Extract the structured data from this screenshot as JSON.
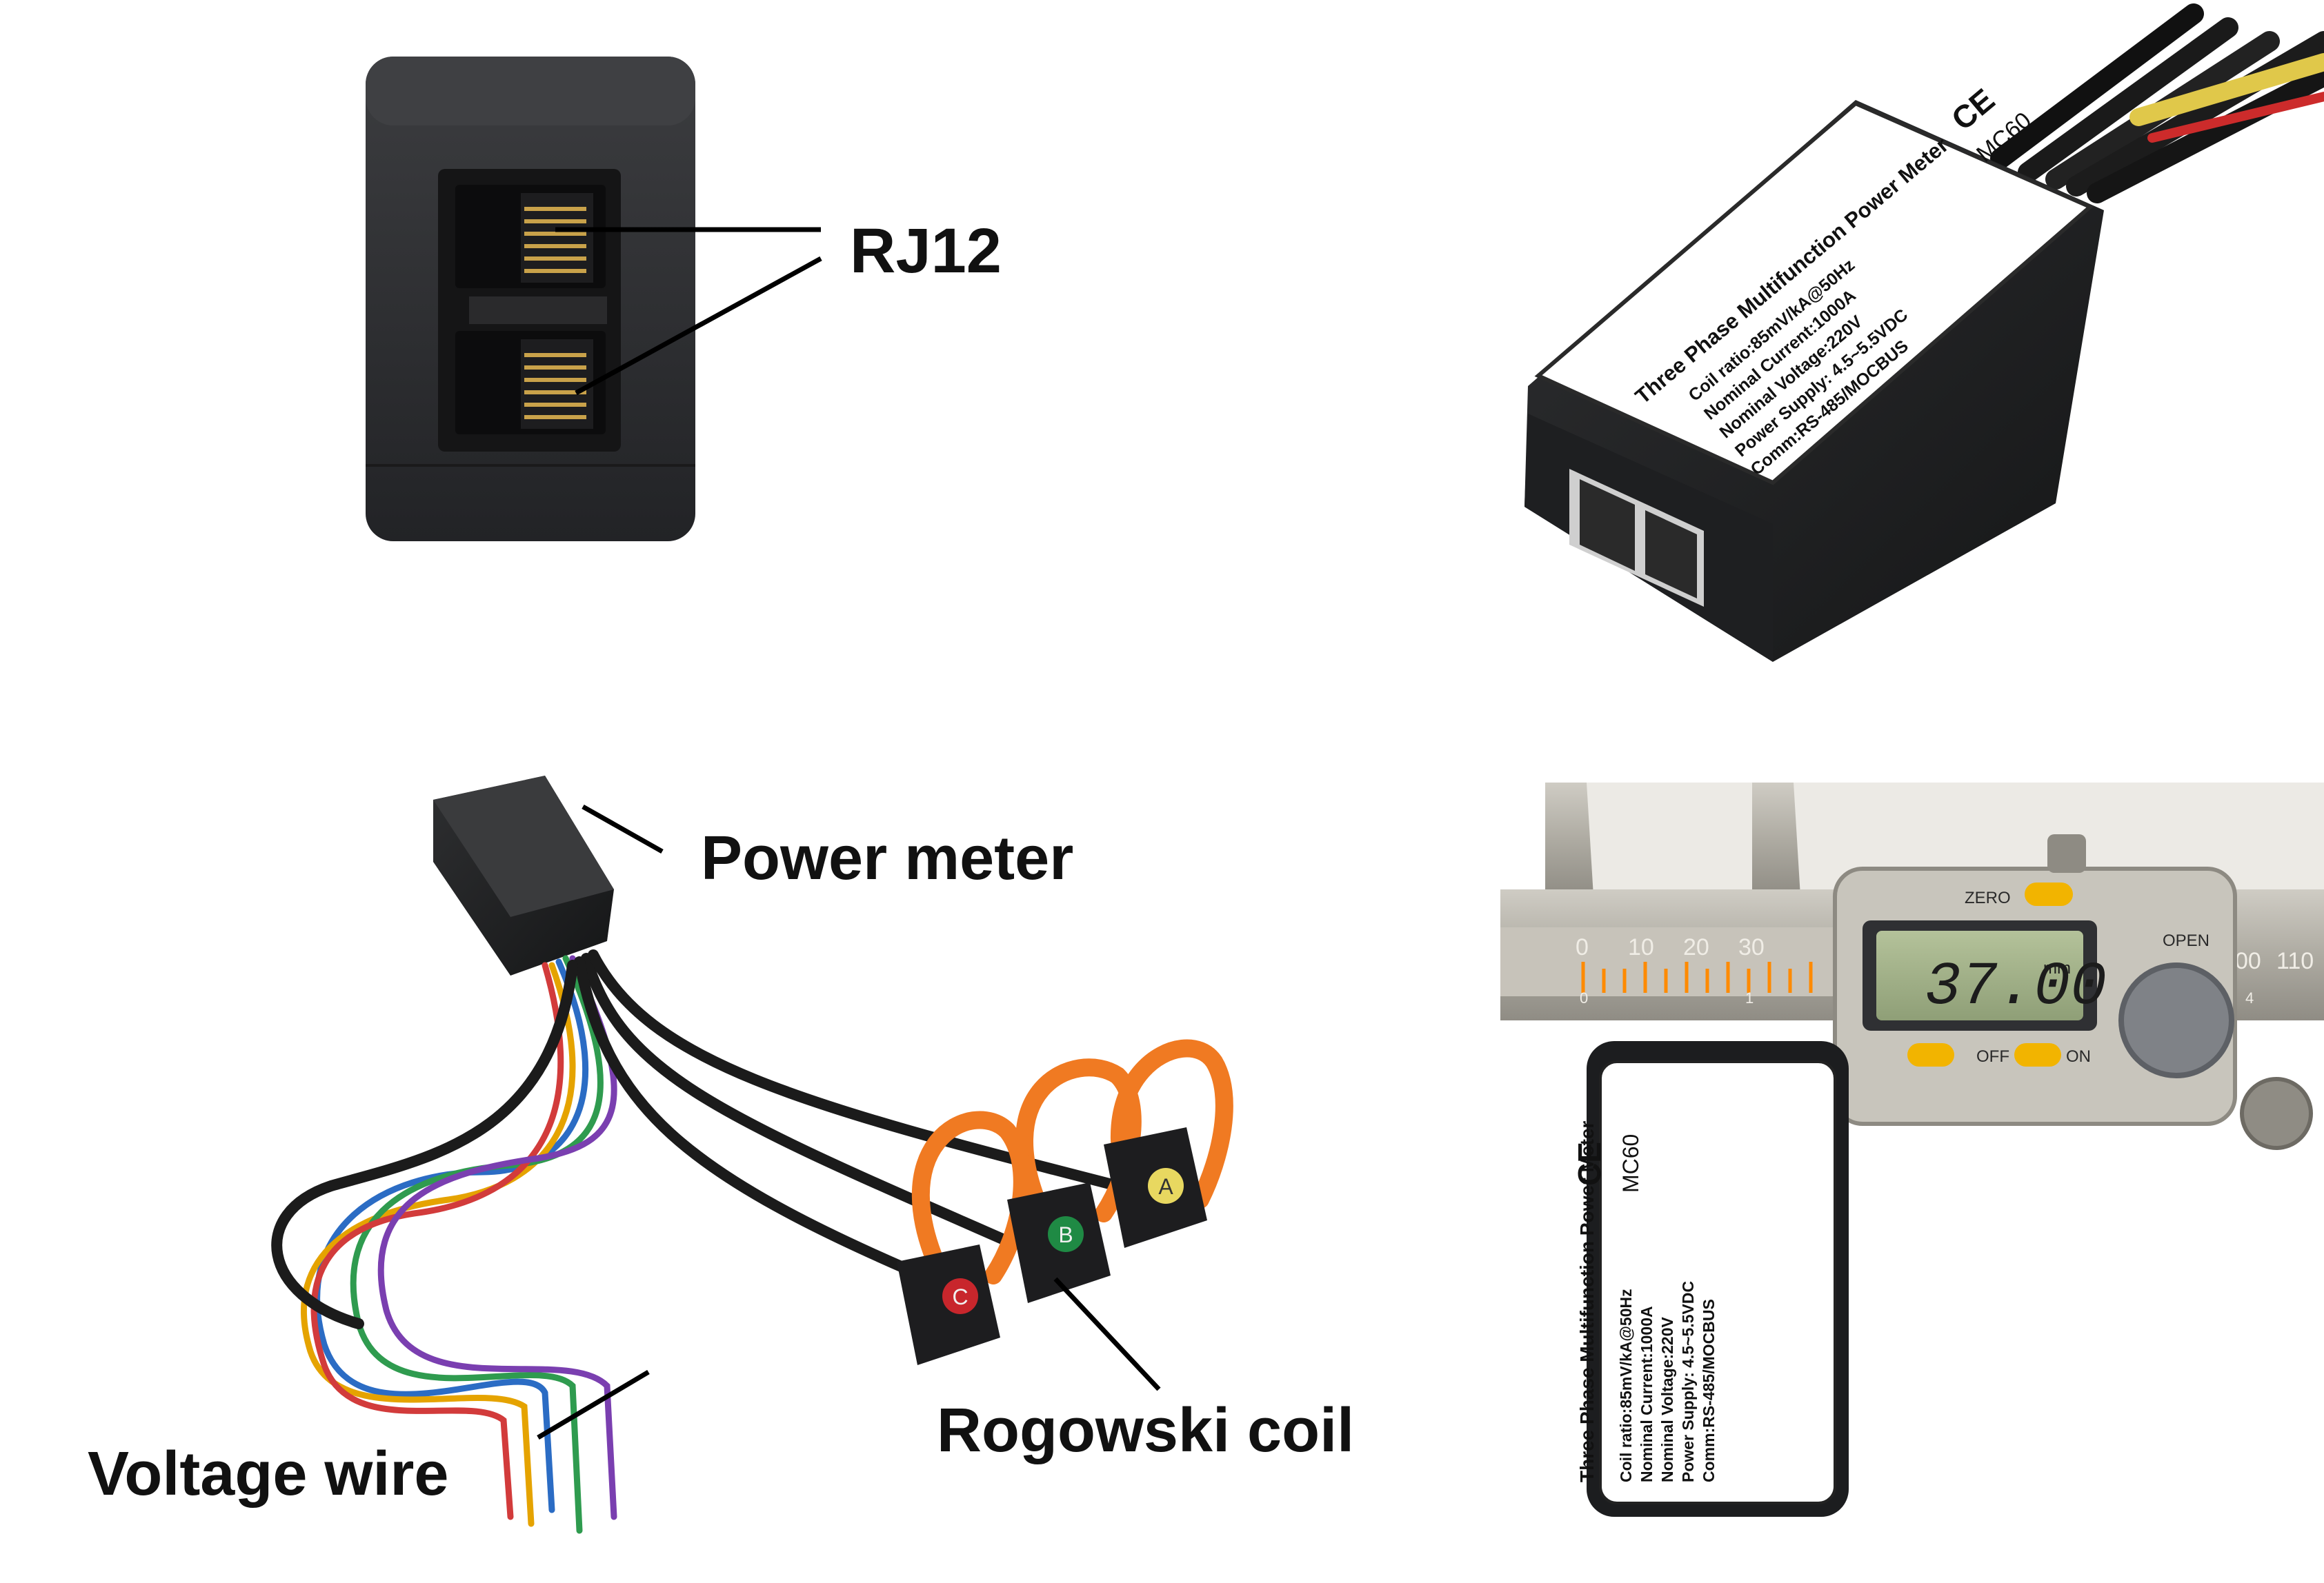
{
  "callouts": {
    "rj12": "RJ12",
    "power_meter": "Power meter",
    "rogowski_coil": "Rogowski coil",
    "voltage_wire": "Voltage wire"
  },
  "sticker": {
    "title": "Three Phase Multifunction Power Meter",
    "coil_ratio": "Coil ratio:85mV/kA@50Hz",
    "nominal_current": "Nominal Current:1000A",
    "nominal_voltage": "Nominal Voltage:220V",
    "power_supply": "Power Supply:  4.5~5.5VDC",
    "comm": "Comm:RS-485/MOCBUS",
    "ce_mark": "CE",
    "model": "MC60"
  },
  "caliper": {
    "reading": "37.00",
    "unit": "mm",
    "zero_label": "ZERO",
    "open_label": "OPEN",
    "off_label": "OFF",
    "on_label": "ON",
    "scale_labels": [
      "0",
      "10",
      "20",
      "30",
      "00",
      "110"
    ],
    "vernier_labels": [
      "0",
      "1",
      "4"
    ]
  },
  "coil_badges": [
    "C",
    "B",
    "A"
  ],
  "colors": {
    "housing": "#2b2b2d",
    "coil_orange": "#f07a22",
    "caliper_steel": "#b9b6ad",
    "lcd": "#9fae86",
    "button_yellow": "#f2b400"
  }
}
